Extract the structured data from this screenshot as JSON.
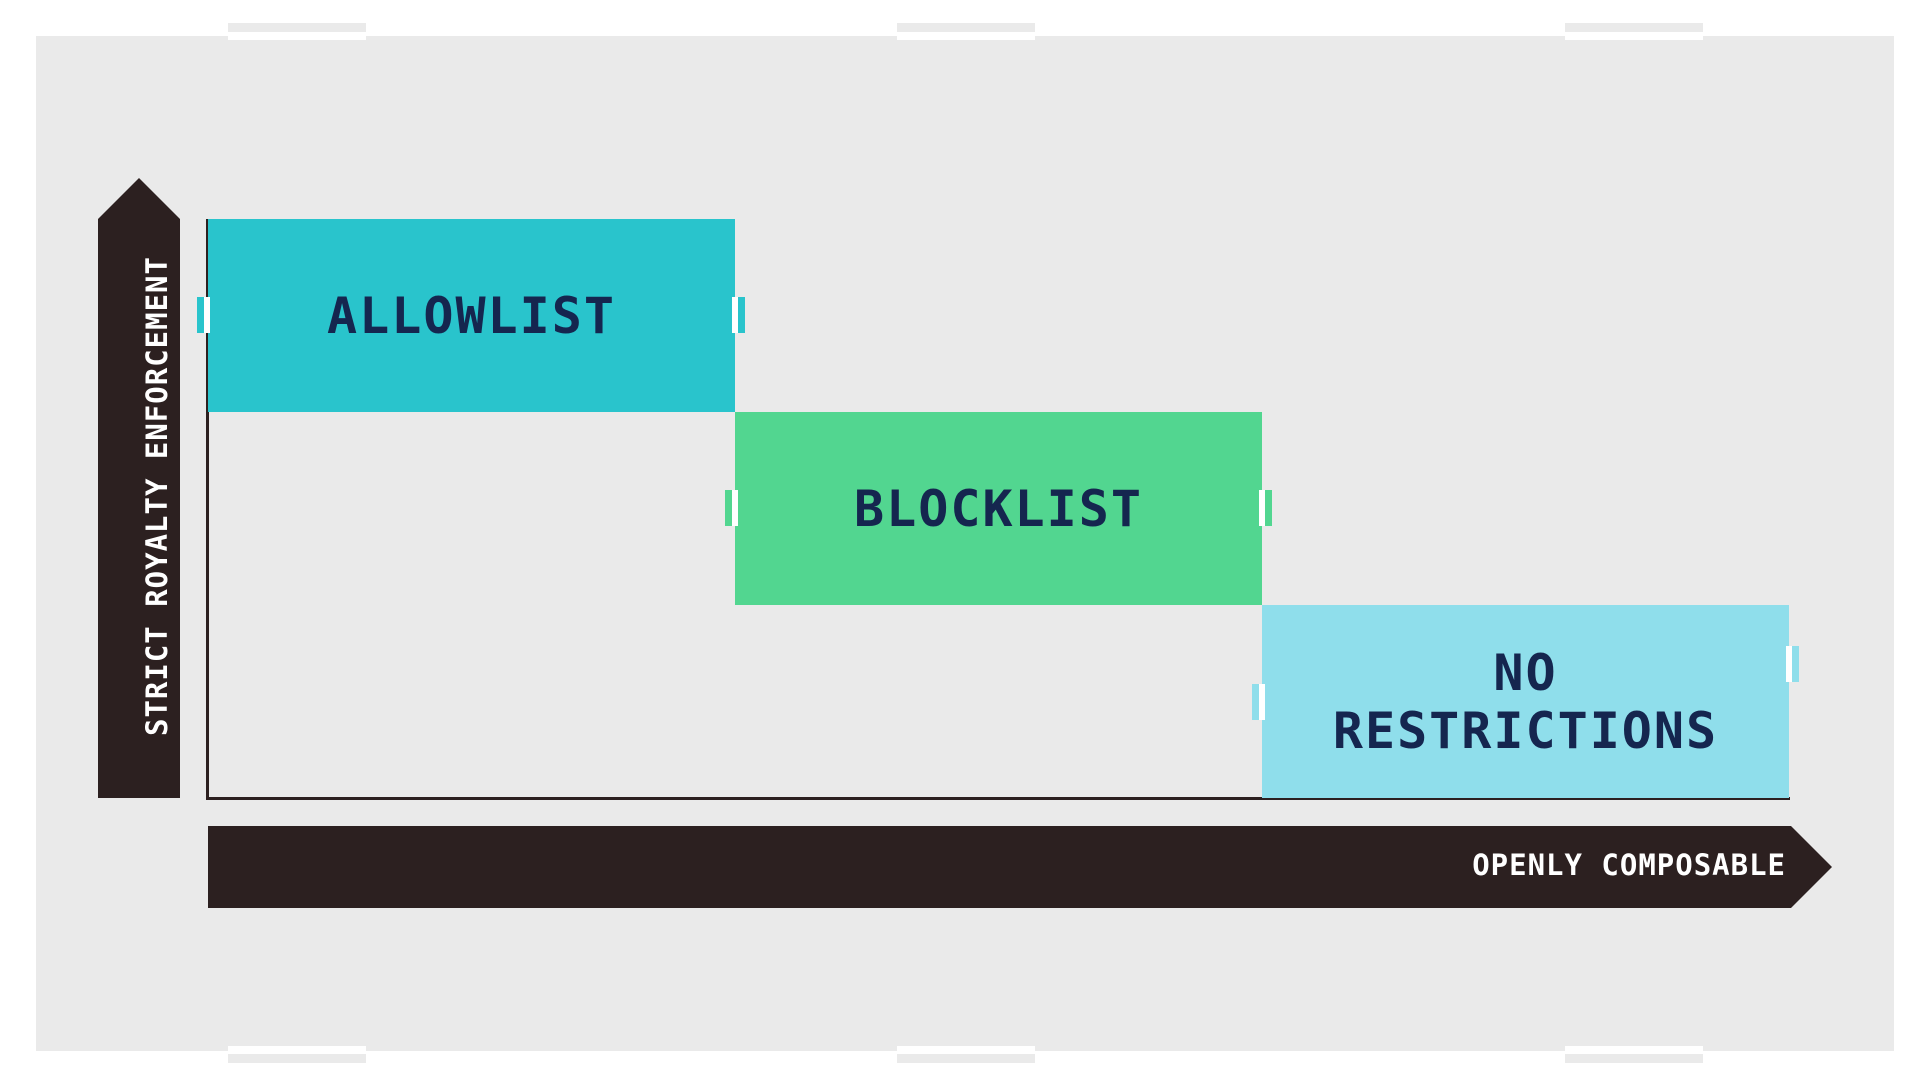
{
  "stages": [
    {
      "label": "ALLOWLIST",
      "color": "#29c4cc"
    },
    {
      "label": "BLOCKLIST",
      "color": "#52d690"
    },
    {
      "label": "NO\nRESTRICTIONS",
      "label_lines": [
        "NO",
        "RESTRICTIONS"
      ],
      "color": "#8fdeeb"
    }
  ],
  "axes": {
    "y_label": "STRICT ROYALTY ENFORCEMENT",
    "x_label": "OPENLY COMPOSABLE",
    "color": "#2c2020"
  },
  "text_color": "#15264f",
  "background_color": "#eaeaea"
}
